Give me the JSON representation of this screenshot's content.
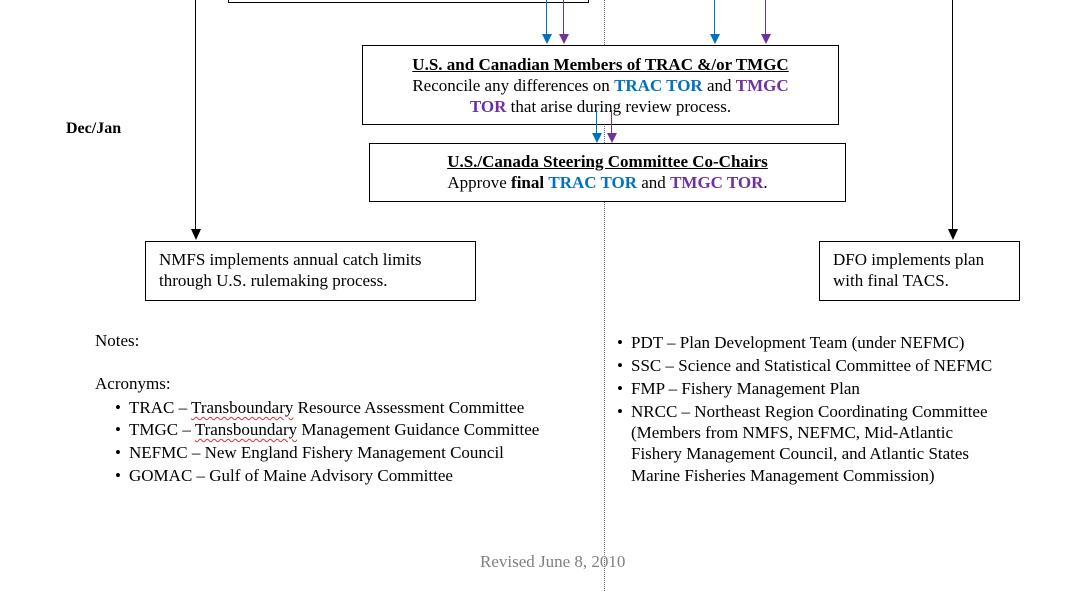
{
  "timeline_label": "Dec/Jan",
  "reconcile_box": {
    "title": "U.S. and Canadian Members of TRAC &/or TMGC",
    "text_1": "Reconcile any differences on ",
    "trac_tor": "TRAC TOR",
    "and": " and ",
    "tmgc": "TMGC",
    "tor": "TOR",
    "text_2": " that arise during review process."
  },
  "steering_box": {
    "title": "U.S./Canada Steering Committee Co-Chairs",
    "approve": "Approve ",
    "final": "final",
    "trac_tor": "TRAC TOR",
    "and": " and ",
    "tmgc_tor": "TMGC TOR",
    "period": "."
  },
  "nmfs_box": {
    "line1": "NMFS implements annual catch limits",
    "line2": "through U.S. rulemaking process."
  },
  "dfo_box": {
    "line1": "DFO implements plan",
    "line2": "with final TACS."
  },
  "notes_label": "Notes:",
  "acronyms_label": "Acronyms:",
  "acronyms_left": [
    {
      "abbr": "TRAC – ",
      "word": "Transboundary",
      "rest": " Resource Assessment Committee"
    },
    {
      "abbr": "TMGC – ",
      "word": "Transboundary",
      "rest": " Management Guidance Committee"
    },
    {
      "abbr": "NEFMC – New England Fishery Management Council"
    },
    {
      "abbr": "GOMAC – Gulf of Maine Advisory Committee"
    }
  ],
  "acronyms_right": [
    "PDT – Plan Development Team (under NEFMC)",
    "SSC – Science and Statistical Committee of NEFMC",
    "FMP – Fishery Management Plan",
    "NRCC – Northeast Region Coordinating Committee"
  ],
  "nrcc_detail": [
    "(Members from NMFS, NEFMC, Mid-Atlantic",
    "Fishery Management Council, and Atlantic States",
    "Marine Fisheries Management Commission)"
  ],
  "footer": "Revised June 8, 2010",
  "colors": {
    "trac": "#0070c0",
    "tmgc": "#7030a0"
  }
}
